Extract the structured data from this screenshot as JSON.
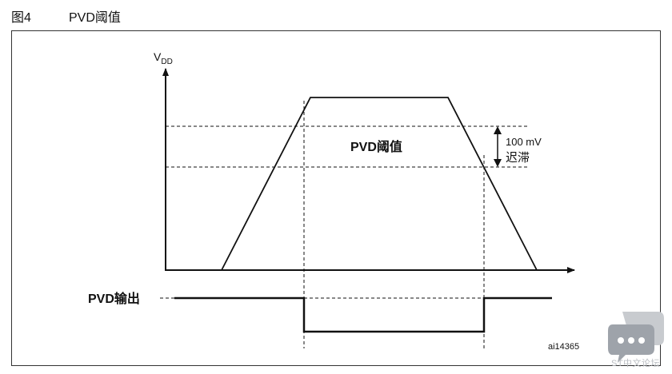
{
  "figure": {
    "number": "图4",
    "title": "PVD阈值"
  },
  "diagram": {
    "y_axis_label_main": "V",
    "y_axis_label_sub": "DD",
    "threshold_label": "PVD阈值",
    "hysteresis_value": "100 mV",
    "hysteresis_label": "迟滞",
    "output_label": "PVD输出",
    "figure_id": "ai14365"
  },
  "watermark": {
    "text": "ST中文论坛",
    "icon": "chat-bubble-icon"
  }
}
